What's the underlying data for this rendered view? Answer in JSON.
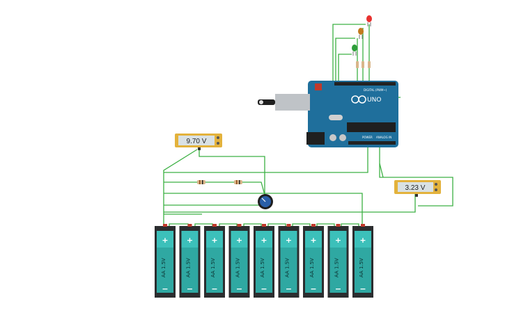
{
  "circuit": {
    "multimeter_left": {
      "reading": "9.70 V"
    },
    "multimeter_right": {
      "reading": "3.23 V"
    },
    "arduino": {
      "brand": "UNO",
      "digital_label": "DIGITAL (PWM~)",
      "power_label": "POWER",
      "analog_label": "ANALOG IN"
    },
    "battery": {
      "label": "AA 1.5V",
      "plus": "+",
      "minus": "−",
      "count": 9
    },
    "leds": [
      {
        "name": "red",
        "color": "#e8312f"
      },
      {
        "name": "orange",
        "color": "#c27a1e"
      },
      {
        "name": "green",
        "color": "#2e9e3a"
      }
    ],
    "colors": {
      "wire": "#3cb043",
      "battery_body": "#2b2d2f",
      "battery_cell": "#2fa8a2",
      "arduino_board": "#1f6f9c",
      "multimeter": "#e3b23c"
    }
  }
}
